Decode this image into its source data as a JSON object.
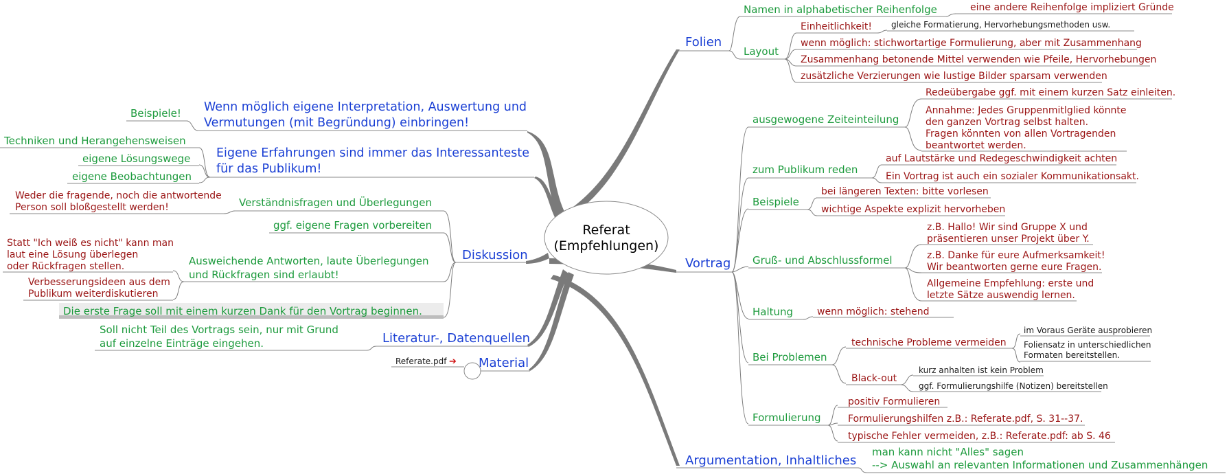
{
  "center": {
    "lines": [
      "Referat",
      "(Empfehlungen)"
    ]
  },
  "right": {
    "folien": {
      "label": "Folien",
      "namen": {
        "label": "Namen in alphabetischer Reihenfolge",
        "note": "eine andere Reihenfolge impliziert Gründe"
      },
      "layout": {
        "label": "Layout",
        "einheit": {
          "label": "Einheitlichkeit!",
          "note": "gleiche Formatierung, Hervorhebungsmethoden usw."
        },
        "items": [
          "wenn möglich: stichwortartige Formulierung, aber mit Zusammenhang",
          "Zusammenhang betonende Mittel verwenden wie Pfeile, Hervorhebungen",
          "zusätzliche Verzierungen wie lustige Bilder sparsam verwenden"
        ]
      }
    },
    "vortrag": {
      "label": "Vortrag",
      "zeit": {
        "label": "ausgewogene Zeiteinteilung",
        "a": "Redeübergabe ggf. mit einem kurzen Satz einleiten.",
        "b": [
          "Annahme: Jedes Gruppenmitlglied könnte",
          "den ganzen Vortrag selbst halten.",
          "Fragen könnten von allen Vortragenden",
          "beantwortet werden."
        ]
      },
      "publikum": {
        "label": "zum Publikum reden",
        "a": "auf Lautstärke und Redegeschwindigkeit achten",
        "b": "Ein Vortrag ist auch ein sozialer Kommunikationsakt."
      },
      "beispiele": {
        "label": "Beispiele",
        "a": "bei längeren Texten: bitte vorlesen",
        "b": "wichtige Aspekte explizit hervorheben"
      },
      "gruss": {
        "label": "Gruß- und Abschlussformel",
        "a": [
          "z.B. Hallo! Wir sind Gruppe X und",
          "präsentieren unser Projekt über Y."
        ],
        "b": [
          "z.B. Danke für eure Aufmerksamkeit!",
          "Wir beantworten gerne eure Fragen."
        ],
        "c": [
          "Allgemeine Empfehlung: erste und",
          "letzte Sätze auswendig lernen."
        ]
      },
      "haltung": {
        "label": "Haltung",
        "a": "wenn möglich: stehend"
      },
      "probleme": {
        "label": "Bei Problemen",
        "tech": {
          "label": "technische Probleme vermeiden",
          "a": "im Voraus Geräte ausprobieren",
          "b": [
            "Foliensatz in unterschiedlichen",
            "Formaten bereitstellen."
          ]
        },
        "black": {
          "label": "Black-out",
          "a": "kurz anhalten ist kein Problem",
          "b": "ggf. Formulierungshilfe (Notizen) bereitstellen"
        }
      },
      "formulierung": {
        "label": "Formulierung",
        "a": "positiv Formulieren",
        "b": "Formulierungshilfen z.B.: Referate.pdf, S. 31--37.",
        "c": "typische Fehler vermeiden, z.B.: Referate.pdf: ab S. 46"
      }
    },
    "argumentation": {
      "label": "Argumentation, Inhaltliches",
      "note": [
        "man kann nicht \"Alles\" sagen",
        "--> Auswahl an relevanten Informationen und Zusammenhängen"
      ]
    }
  },
  "left": {
    "interpretation": {
      "lines": [
        "Wenn möglich eigene Interpretation, Auswertung und",
        "Vermutungen (mit Begründung) einbringen!"
      ],
      "sub": "Beispiele!"
    },
    "erfahrungen": {
      "lines": [
        "Eigene Erfahrungen sind immer das Interessanteste",
        "für das Publikum!"
      ],
      "subs": [
        "Techniken und Herangehensweisen",
        "eigene Lösungswege",
        "eigene Beobachtungen"
      ]
    },
    "diskussion": {
      "label": "Diskussion",
      "verst": {
        "label": "Verständnisfragen und Überlegungen",
        "note": [
          "Weder die fragende, noch die antwortende",
          "Person soll bloßgestellt werden!"
        ]
      },
      "fragen": {
        "label": "ggf. eigene Fragen vorbereiten"
      },
      "ausw": {
        "lines": [
          "Ausweichende Antworten, laute Überlegungen",
          "und Rückfragen sind erlaubt!"
        ],
        "a": [
          "Statt \"Ich weiß es nicht\" kann man",
          "laut eine Lösung überlegen",
          "oder Rückfragen stellen."
        ],
        "b": [
          "Verbesserungsideen aus dem",
          "Publikum weiterdiskutieren"
        ]
      },
      "erste": {
        "label": "Die erste Frage soll mit einem kurzen Dank für den Vortrag beginnen."
      }
    },
    "literatur": {
      "label": "Literatur-, Datenquellen",
      "note": [
        "Soll nicht Teil des Vortrags sein,  nur mit Grund",
        "auf einzelne Einträge eingehen."
      ]
    },
    "material": {
      "label": "Material",
      "file": "Referate.pdf"
    }
  },
  "colors": {
    "main": "#1a3fd4",
    "level2": "#1c9a3c",
    "level3": "#9a1414",
    "level4": "#1a1a1a",
    "lines": "#7d7d7d"
  }
}
